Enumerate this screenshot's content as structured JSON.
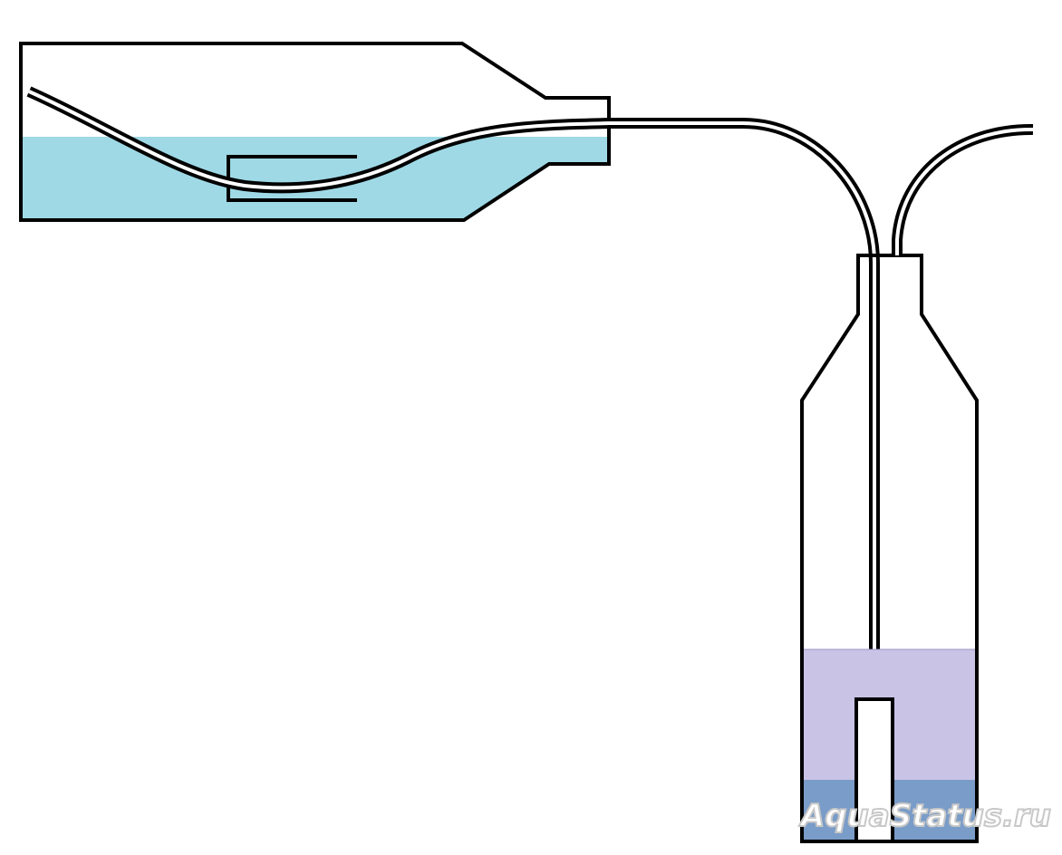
{
  "diagram": {
    "colors": {
      "outline": "#000000",
      "background": "#ffffff",
      "water_left": "#9fd9e6",
      "liquid_upper_right": "#c9c3e6",
      "liquid_lower_right": "#7a9cc8",
      "tube_inner": "#ffffff",
      "watermark_fill": "#ffffff",
      "watermark_stroke": "#c8c8c8"
    },
    "components": {
      "horizontal_bottle": "horizontal-bottle",
      "diffuser": "diffuser-in-tank",
      "connecting_tube": "connecting-tube",
      "vertical_bottle": "vertical-bottle",
      "outlet_tube": "outlet-tube",
      "reactor_tube": "submerged-tube"
    }
  },
  "watermark": {
    "text": "AquaStatus.ru"
  }
}
